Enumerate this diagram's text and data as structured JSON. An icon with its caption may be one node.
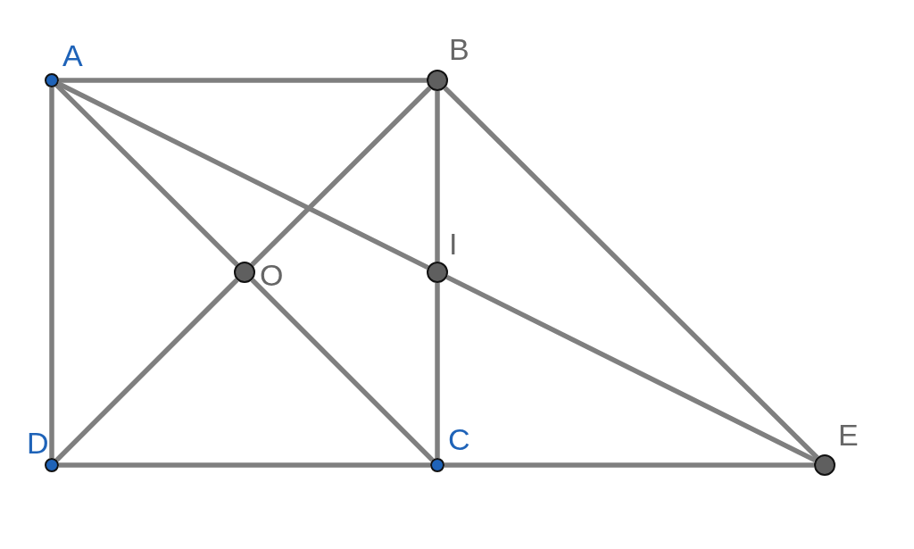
{
  "diagram": {
    "nodes": [
      {
        "text": [
          "A"
        ]
      },
      {
        "text": [
          "B"
        ]
      },
      {
        "text": [
          "O"
        ]
      },
      {
        "text": [
          "I"
        ]
      },
      {
        "text": [
          "D"
        ]
      },
      {
        "text": [
          "C"
        ]
      },
      {
        "text": [
          "E"
        ]
      }
    ],
    "edges": [
      {
        "from": 0,
        "to": 1,
        "arrow": "none"
      },
      {
        "from": 0,
        "to": 4,
        "arrow": "none"
      },
      {
        "from": 0,
        "to": 2,
        "arrow": "none"
      },
      {
        "from": 2,
        "to": 5,
        "arrow": "none"
      },
      {
        "from": 1,
        "to": 2,
        "arrow": "none"
      },
      {
        "from": 2,
        "to": 4,
        "arrow": "none"
      },
      {
        "from": 1,
        "to": 3,
        "arrow": "none"
      },
      {
        "from": 3,
        "to": 5,
        "arrow": "none"
      },
      {
        "from": 0,
        "to": 3,
        "arrow": "none"
      },
      {
        "from": 3,
        "to": 6,
        "arrow": "none"
      },
      {
        "from": 1,
        "to": 6,
        "arrow": "none"
      },
      {
        "from": 4,
        "to": 5,
        "arrow": "none"
      },
      {
        "from": 5,
        "to": 6,
        "arrow": "none"
      }
    ]
  }
}
